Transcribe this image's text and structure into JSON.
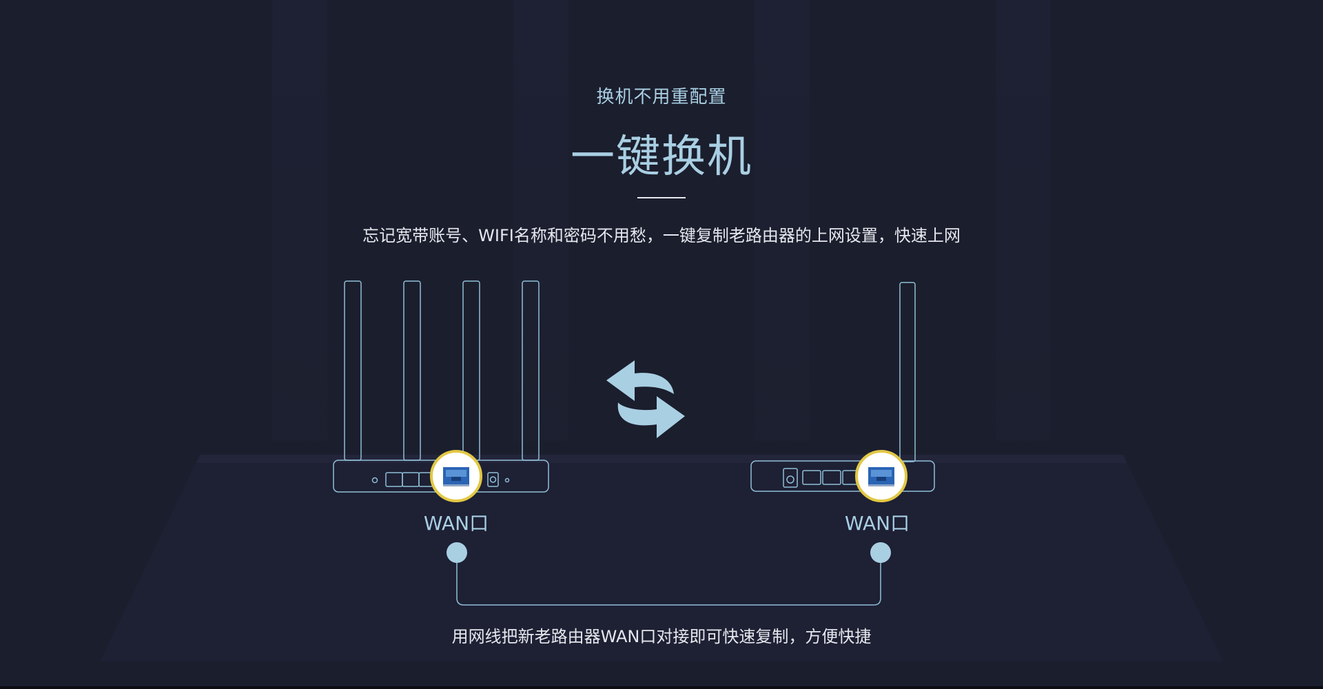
{
  "hero": {
    "subtitle": "换机不用重配置",
    "title": "一键换机",
    "description": "忘记宽带账号、WIFI名称和密码不用愁，一键复制老路由器的上网设置，快速上网"
  },
  "diagram": {
    "wan_label_left": "WAN口",
    "wan_label_right": "WAN口",
    "instruction": "用网线把新老路由器WAN口对接即可快速复制，方便快捷",
    "swap_icon": "swap-arrows-icon",
    "port_icon": "ethernet-port-icon"
  },
  "colors": {
    "background": "#1b1e2d",
    "accent": "#a9cfe3",
    "highlight_ring": "#e2c844",
    "port_blue": "#2a64b4",
    "text_light": "#e6e8ee"
  }
}
